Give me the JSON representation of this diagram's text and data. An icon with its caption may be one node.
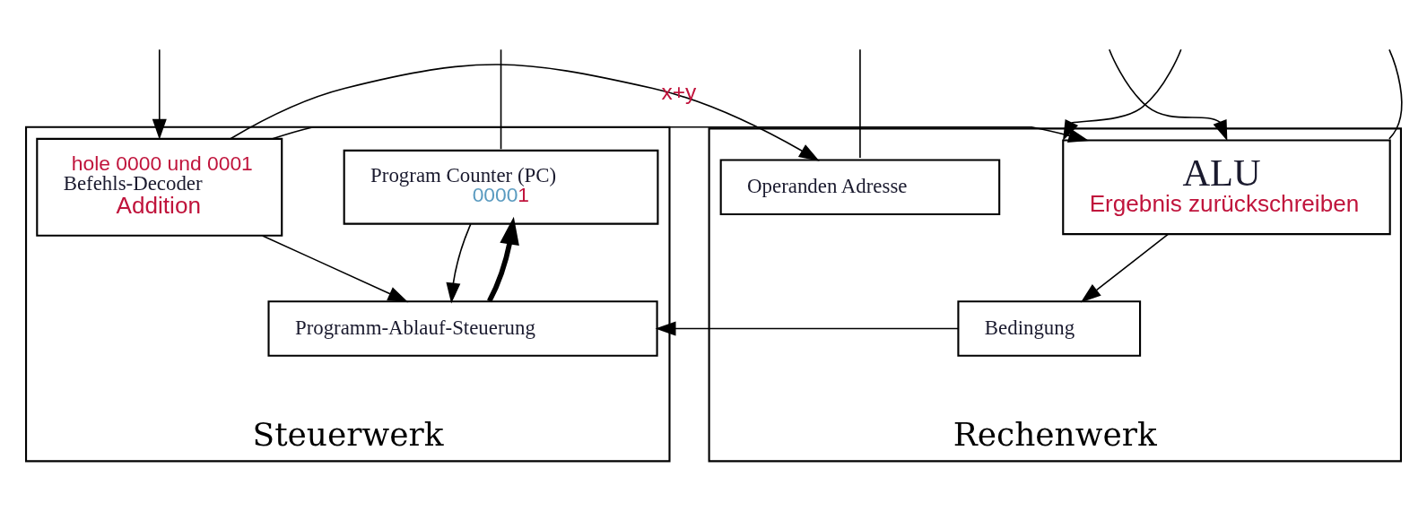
{
  "diagram": {
    "nodes": [
      {
        "text": [
          "Steuerwerk"
        ]
      },
      {
        "text": [
          "Program Counter (PC)",
          "0000",
          "1"
        ],
        "in": 0
      },
      {
        "text": [
          "hole 0000 und 0001",
          "Befehls-Decoder",
          "Addition"
        ],
        "in": 0
      },
      {
        "text": [
          "Programm-Ablauf-Steuerung"
        ],
        "in": 0
      },
      {
        "text": [
          "Rechenwerk"
        ]
      },
      {
        "text": [
          "Operanden Adresse"
        ],
        "in": 4
      },
      {
        "text": [
          "ALU",
          "Ergebnis zurückschreiben"
        ],
        "in": 4
      },
      {
        "text": [
          "Bedingung"
        ],
        "in": 4
      }
    ],
    "edges": [
      {
        "from": 1,
        "to": null,
        "arrow": "none"
      },
      {
        "from": null,
        "to": 2,
        "arrow": "to"
      },
      {
        "from": 5,
        "to": null,
        "arrow": "none"
      },
      {
        "from": null,
        "to": 6,
        "arrow": "to"
      },
      {
        "from": null,
        "to": 6,
        "arrow": "to"
      },
      {
        "from": 6,
        "to": null,
        "arrow": "none"
      },
      {
        "from": 2,
        "to": 5,
        "arrow": "to"
      },
      {
        "from": 2,
        "to": 6,
        "label": "x+y",
        "arrow": "to"
      },
      {
        "from": 1,
        "to": 3,
        "arrow": "to"
      },
      {
        "from": 3,
        "to": 1,
        "arrow": "to",
        "style": "thick"
      },
      {
        "from": 2,
        "to": 3,
        "arrow": "to"
      },
      {
        "from": 6,
        "to": 7,
        "arrow": "to"
      },
      {
        "from": 7,
        "to": 3,
        "arrow": "to"
      }
    ]
  }
}
